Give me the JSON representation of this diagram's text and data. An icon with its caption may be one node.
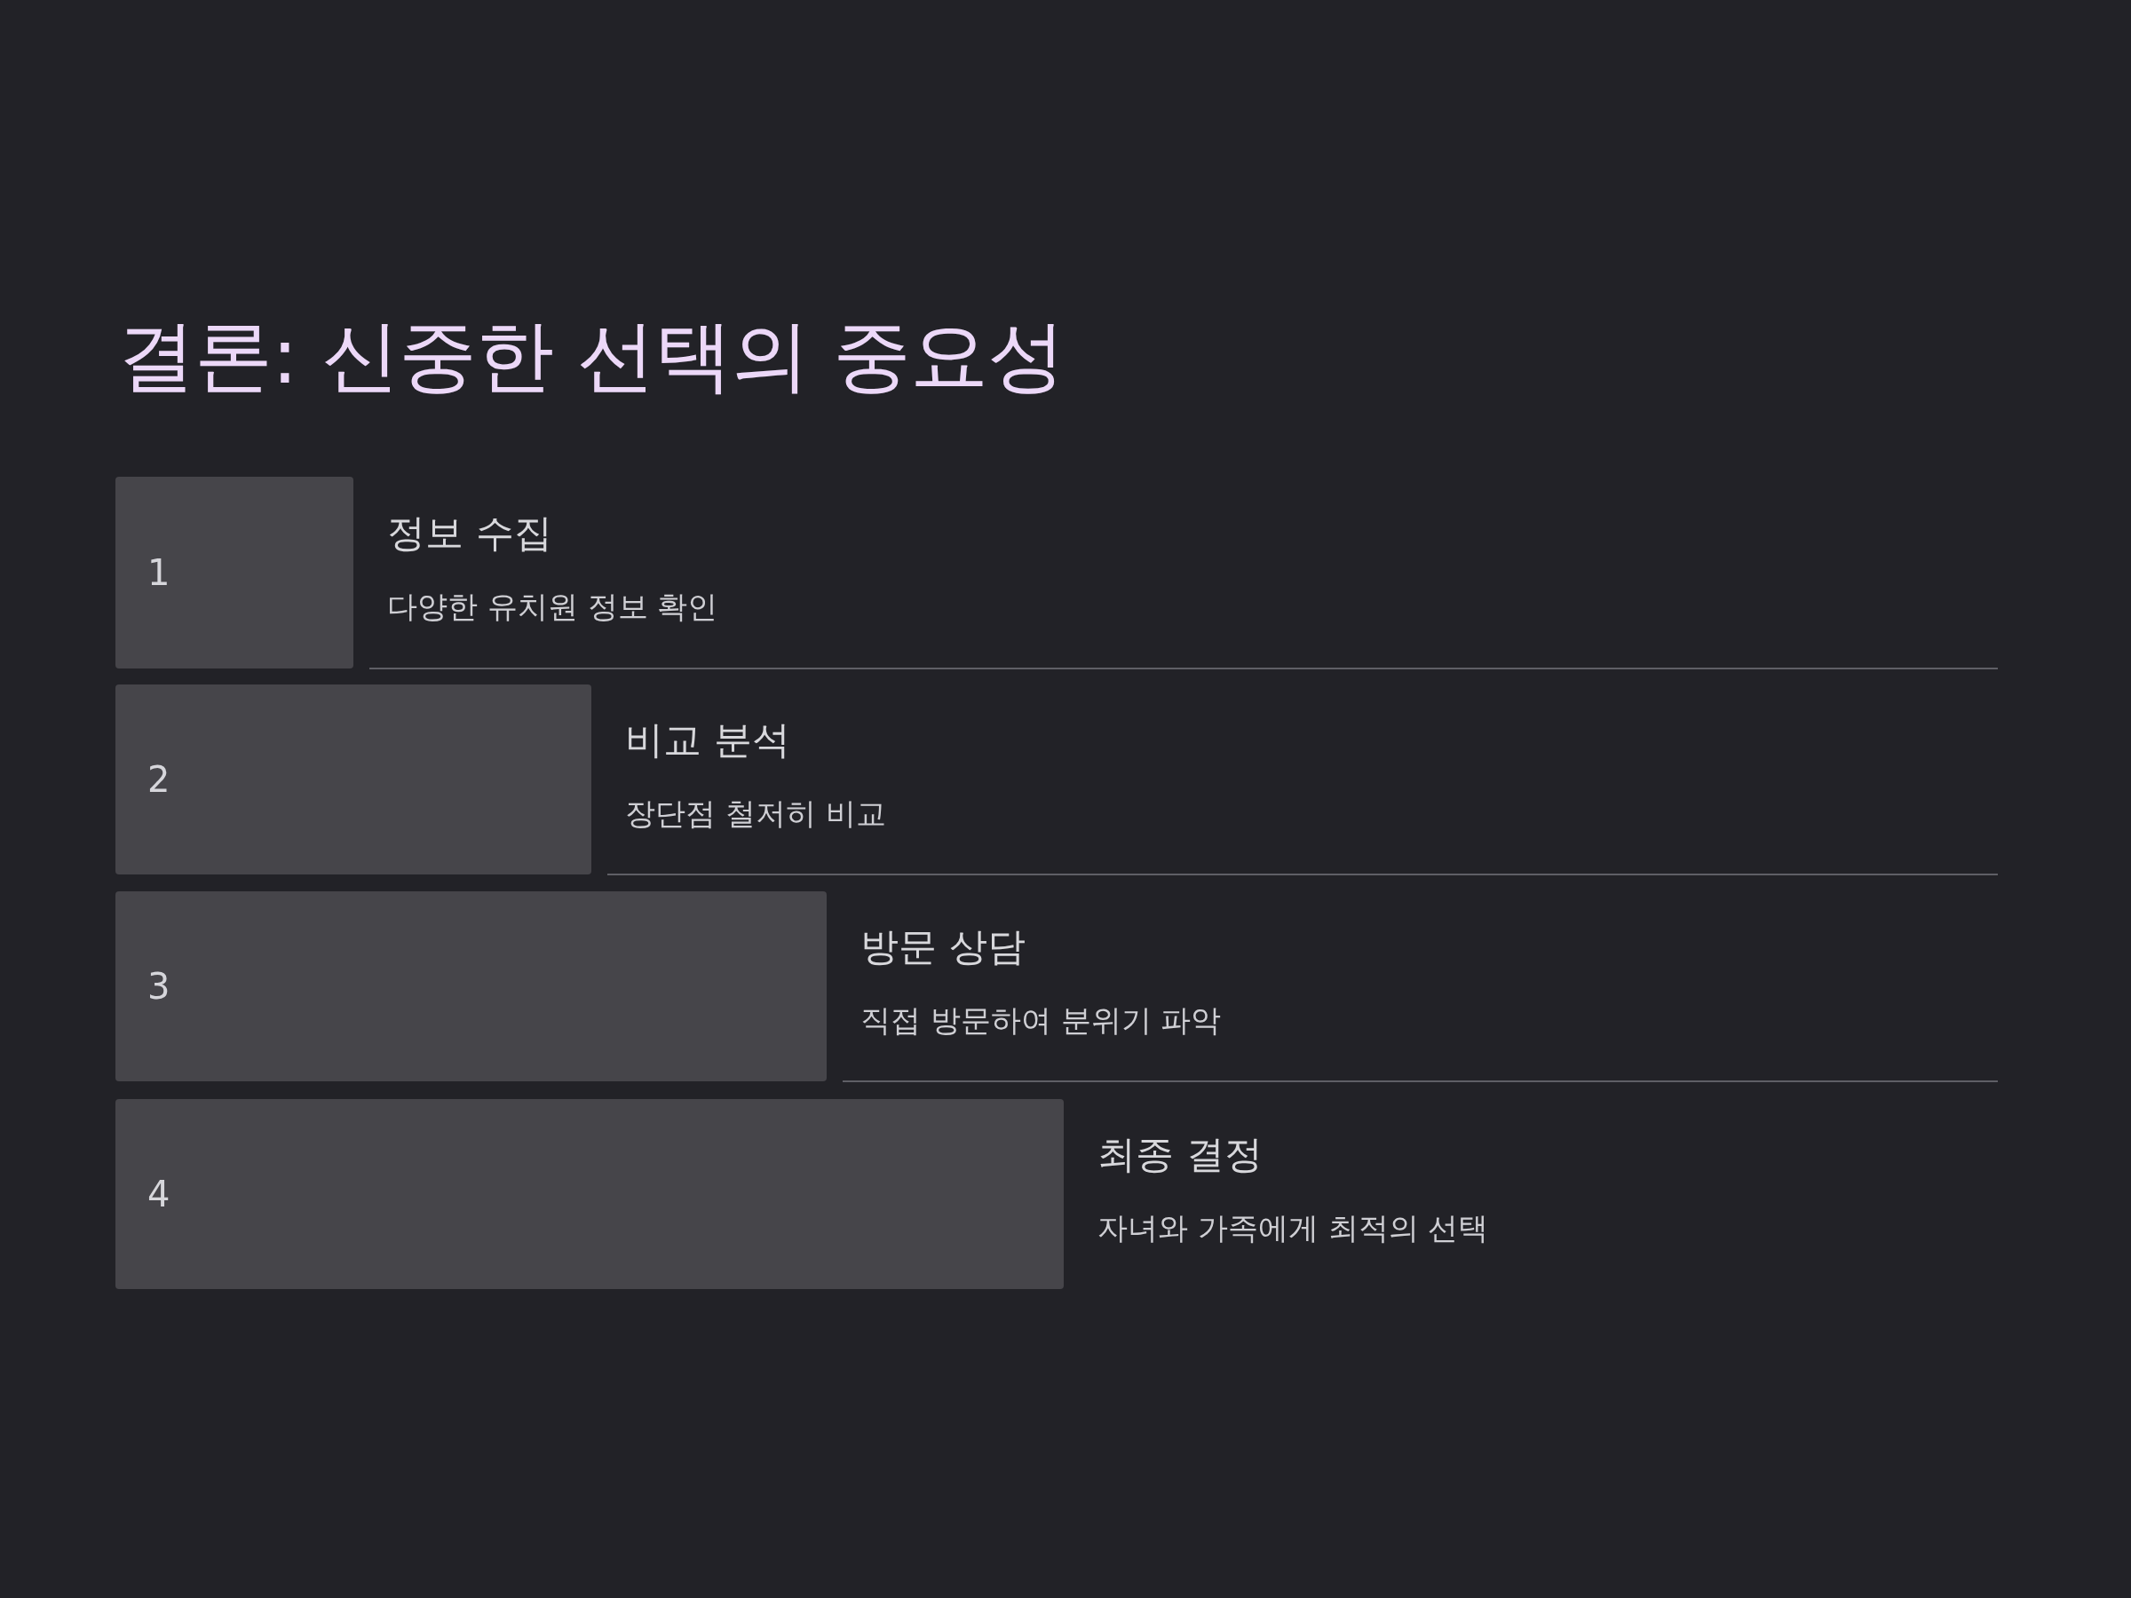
{
  "diagram": {
    "title": "결론: 신중한 선택의 중요성",
    "nodes": [
      {
        "text": [
          "1"
        ],
        "beside": [
          "정보 수집",
          "다양한 유치원 정보 확인"
        ]
      },
      {
        "text": [
          "2"
        ],
        "beside": [
          "비교 분석",
          "장단점 철저히 비교"
        ]
      },
      {
        "text": [
          "3"
        ],
        "beside": [
          "방문 상담",
          "직접 방문하여 분위기 파악"
        ]
      },
      {
        "text": [
          "4"
        ],
        "beside": [
          "최종 결정",
          "자녀와 가족에게 최적의 선택"
        ]
      }
    ],
    "edges": []
  }
}
